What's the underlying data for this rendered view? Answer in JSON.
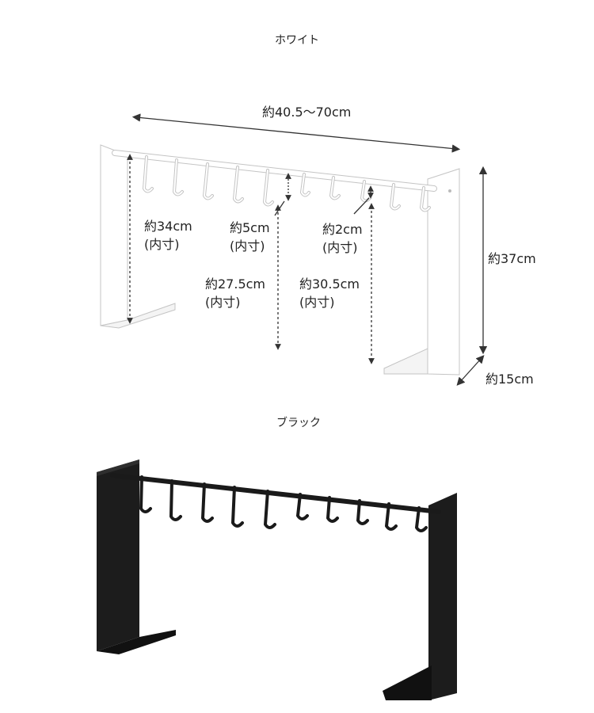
{
  "variants": [
    {
      "name": "ホワイト"
    },
    {
      "name": "ブラック"
    }
  ],
  "dimensions": {
    "width": "約40.5～70cm",
    "height": "約37cm",
    "depth": "約15cm",
    "inner_height_left": "約34cm",
    "hook_length": "約5cm",
    "hook_gap": "約2cm",
    "below_hook_a": "約27.5cm",
    "below_hook_b": "約30.5cm",
    "inner_note": "(内寸)"
  },
  "colors": {
    "white_body": "#ffffff",
    "white_outline": "#bdbdbd",
    "black_body": "#1a1a1a",
    "arrow": "#333333"
  }
}
